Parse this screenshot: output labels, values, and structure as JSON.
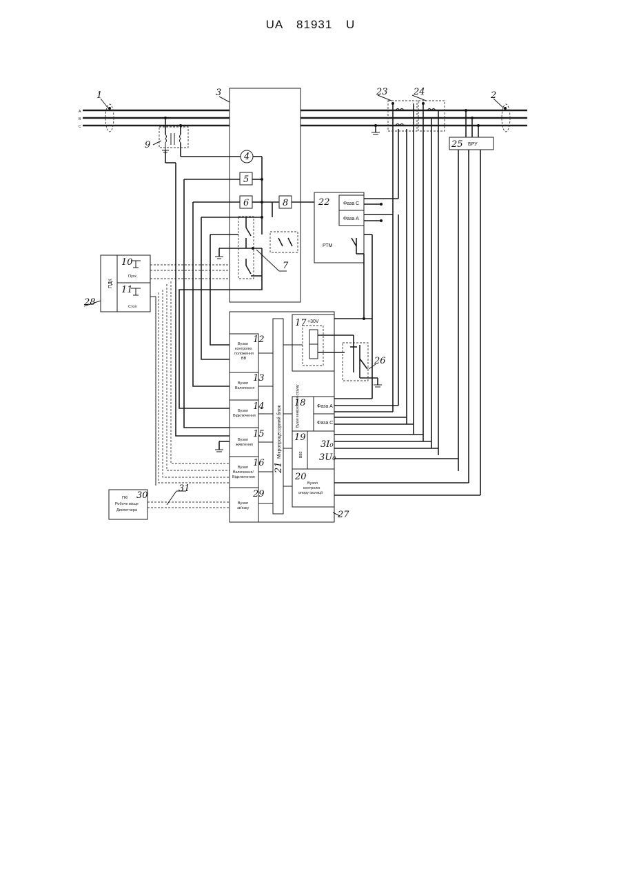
{
  "header": {
    "doc_id": "UA  81931  U"
  },
  "phases": {
    "a": "A",
    "b": "B",
    "c": "C"
  },
  "numbers": {
    "n1": "1",
    "n2": "2",
    "n3": "3",
    "n4": "4",
    "n5": "5",
    "n6": "6",
    "n7": "7",
    "n8": "8",
    "n9": "9",
    "n10": "10",
    "n11": "11",
    "n12": "12",
    "n13": "13",
    "n14": "14",
    "n15": "15",
    "n16": "16",
    "n17": "17",
    "n18": "18",
    "n19": "19",
    "n20": "20",
    "n21": "21",
    "n22": "22",
    "n23": "23",
    "n24": "24",
    "n25": "25",
    "n26": "26",
    "n27": "27",
    "n28": "28",
    "n29": "29",
    "n30": "30",
    "n31": "31"
  },
  "labels": {
    "bru": "БРУ",
    "phase_c": "Фаза С",
    "phase_a": "Фаза А",
    "rtm": "РТМ",
    "pdk": "ПДК",
    "pusk": "Пуск",
    "stop": "Стоп",
    "v30": "+30V",
    "b12_l1": "Вузол",
    "b12_l2": "контролю",
    "b12_l3": "положення",
    "b12_l4": "ВВ",
    "b13_l1": "Вузол",
    "b13_l2": "Включення",
    "b14_l1": "Вузол",
    "b14_l2": "Відключення",
    "b15_l1": "Вузол",
    "b15_l2": "живлення",
    "b16_l1": "Вузол",
    "b16_l2": "Включення/",
    "b16_l3": "Відключення",
    "b29_l1": "Вузол",
    "b29_l2": "зв'язку",
    "b18_v": "Вузол вимірювання струму",
    "b18_a": "Фаза А",
    "b18_c": "Фаза С",
    "b19_v": "ВВЗ",
    "b19_u": "3U₀",
    "b19_i": "3I₀",
    "b20_l1": "Вузол",
    "b20_l2": "контролю",
    "b20_l3": "опору ізоляції",
    "mcu": "Мікропроцесорний блок",
    "pc_l1": "ПК/",
    "pc_l2": "Робоче місце",
    "pc_l3": "Диспетчера"
  }
}
